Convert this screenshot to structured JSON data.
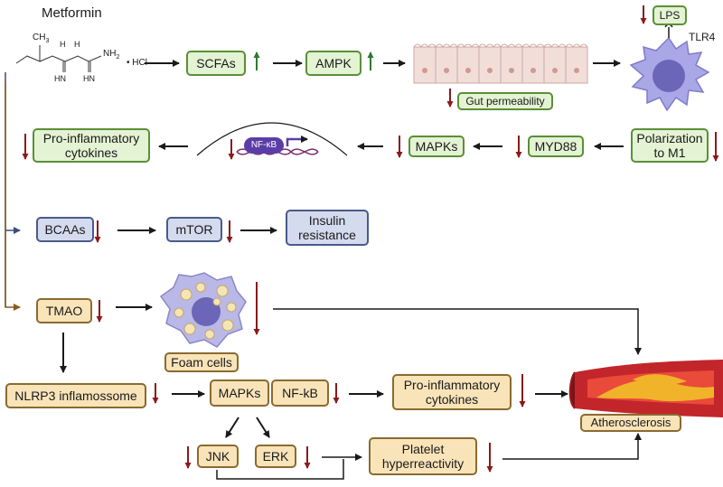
{
  "title": "Metformin",
  "molecule": {
    "ch3_a": "CH",
    "ch3_sub": "3",
    "hcl": "• HCl",
    "nh2": "NH",
    "nh2_sub": "2",
    "h_a": "H",
    "h_b": "H",
    "hn_a": "HN",
    "hn_b": "HN"
  },
  "row1": {
    "scfas": "SCFAs",
    "ampk": "AMPK",
    "gut": "Gut permeability",
    "lps": "LPS",
    "tlr4": "TLR4"
  },
  "row2": {
    "proinflam": "Pro-inflammatory cytokines",
    "nfkb": "NF-κB",
    "mapks": "MAPKs",
    "myd88": "MYD88",
    "polar": "Polarization to M1"
  },
  "row3": {
    "bcaas": "BCAAs",
    "mtor": "mTOR",
    "insulin": "Insulin resistance"
  },
  "row4": {
    "tmao": "TMAO",
    "foam": "Foam cells"
  },
  "row5": {
    "nlrp3": "NLRP3 inflamossome",
    "mapks": "MAPKs",
    "nfkb": "NF-kB",
    "proinflam": "Pro-inflammatory cytokines",
    "athero": "Atherosclerosis"
  },
  "row6": {
    "jnk": "JNK",
    "erk": "ERK",
    "platelet": "Platelet hyperreactivity"
  },
  "colors": {
    "up": "#2f7a2f",
    "down": "#8b1a1a",
    "green_fill": "#e3f3d3",
    "blue_fill": "#d4dbee",
    "tan_fill": "#f9e4b9"
  }
}
